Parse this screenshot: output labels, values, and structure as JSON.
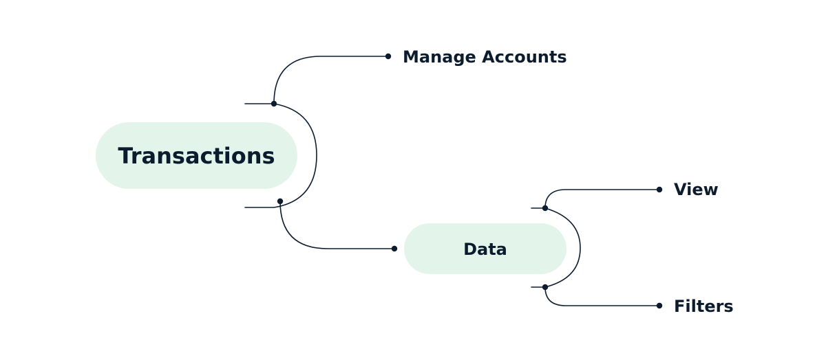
{
  "colors": {
    "line": "#0c1c2e",
    "node_fill": "#e3f5ea",
    "text": "#0c1c2e",
    "background": "#ffffff"
  },
  "nodes": {
    "transactions": {
      "label": "Transactions"
    },
    "data": {
      "label": "Data"
    }
  },
  "leaves": {
    "manage_accounts": {
      "label": "Manage Accounts"
    },
    "view": {
      "label": "View"
    },
    "filters": {
      "label": "Filters"
    }
  }
}
